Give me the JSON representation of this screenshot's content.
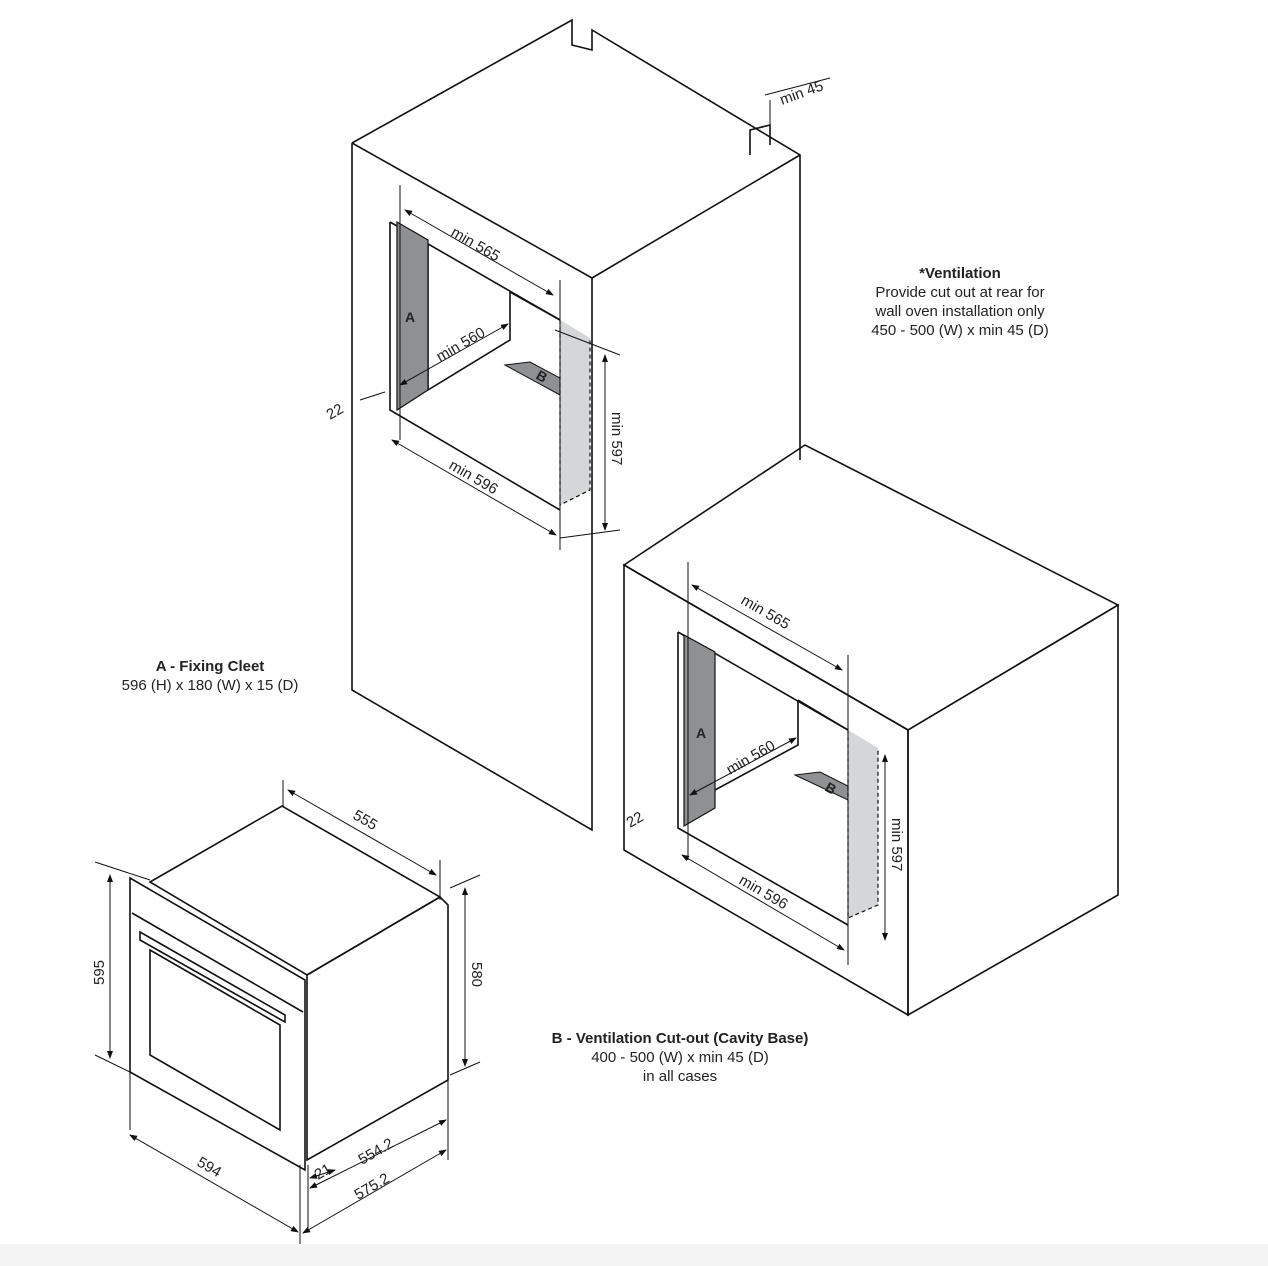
{
  "ventilation_note": {
    "title": "*Ventilation",
    "lines": [
      "Provide cut out at rear for",
      "wall oven installation only",
      "450 - 500 (W) x min 45 (D)"
    ]
  },
  "fixing_cleet_note": {
    "title": "A - Fixing Cleet",
    "line": "596 (H) x 180 (W) x 15 (D)"
  },
  "vent_cutout_note": {
    "title": "B - Ventilation Cut-out (Cavity Base)",
    "lines": [
      "400 - 500 (W) x min 45 (D)",
      "in all cases"
    ]
  },
  "tall_cabinet": {
    "min45": "min 45",
    "min565": "min 565",
    "min560": "min 560",
    "min596": "min 596",
    "min597": "min 597",
    "d22": "22",
    "A": "A",
    "B": "B"
  },
  "base_cabinet": {
    "min565": "min 565",
    "min560": "min 560",
    "min596": "min 596",
    "min597": "min 597",
    "d22": "22",
    "A": "A",
    "B": "B"
  },
  "oven": {
    "d555": "555",
    "d595": "595",
    "d580": "580",
    "d594": "594",
    "d21": "21",
    "d554_2": "554.2",
    "d575_2": "575.2"
  },
  "colors": {
    "cleet": "#8e9092",
    "vent_panel": "#d4d6d7",
    "line": "#111111"
  }
}
